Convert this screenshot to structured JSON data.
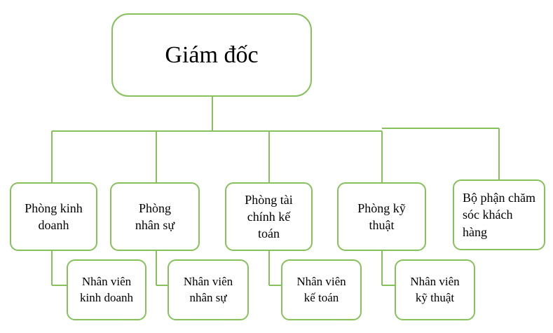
{
  "diagram": {
    "root": {
      "label": "Giám đốc"
    },
    "departments": [
      {
        "label": "Phòng kinh doanh",
        "staff": "Nhân viên kinh doanh"
      },
      {
        "label": "Phòng nhân sự",
        "staff": "Nhân viên nhân sự"
      },
      {
        "label": "Phòng tài chính kế toán",
        "staff": "Nhân viên kế toán"
      },
      {
        "label": "Phòng kỹ thuật",
        "staff": "Nhân viên kỹ thuật"
      },
      {
        "label": "Bộ phận chăm sóc khách hàng",
        "staff": null
      }
    ],
    "colors": {
      "line": "#86c15b",
      "border": "#86c15b",
      "background": "#ffffff",
      "text": "#000000"
    }
  }
}
